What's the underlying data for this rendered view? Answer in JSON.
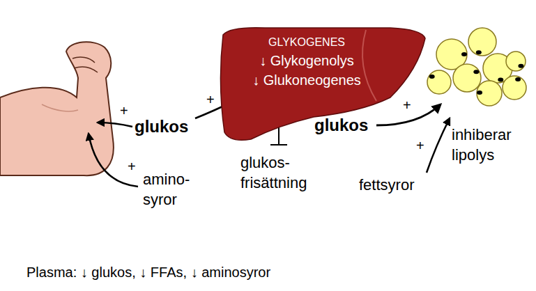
{
  "diagram": {
    "nodes": [
      {
        "text": [
          "GLYKOGENES",
          "↓ Glykogenolys",
          "↓ Glukoneogenes"
        ]
      }
    ],
    "labels": [
      "+",
      "glukos",
      "+",
      "glukos",
      "+",
      "inhiberar lipolys",
      "+",
      "amino- syror",
      "glukos- frisättning",
      "+",
      "fettsyror",
      "Plasma: ↓ glukos, ↓ FFAs, ↓ aminosyror"
    ]
  }
}
